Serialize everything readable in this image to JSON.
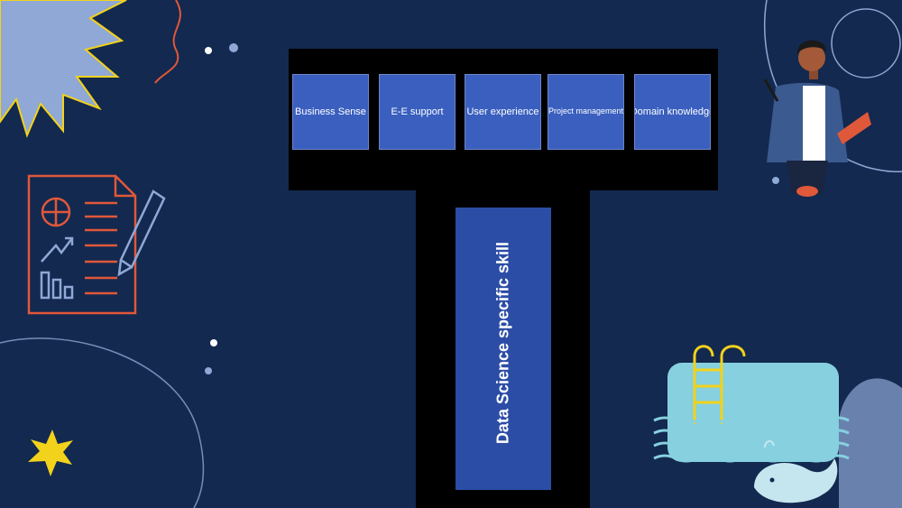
{
  "diagram": {
    "top_skills": [
      {
        "label": "Business Sense"
      },
      {
        "label": "E-E support"
      },
      {
        "label": "User experience"
      },
      {
        "label": "Project management"
      },
      {
        "label": "Domain knowledge"
      }
    ],
    "core_skill": "Data Science specific skill"
  },
  "colors": {
    "background": "#13294f",
    "t_shape": "#000000",
    "skill_box": "#3a5fbf",
    "core_box": "#2c4da6",
    "accent_orange": "#e0583a",
    "accent_light_blue": "#8fa8d6",
    "accent_yellow": "#f2d21b"
  },
  "decorations": [
    "spiky-starburst-icon",
    "report-document-icon",
    "pencil-icon",
    "yellow-star-icon",
    "teacher-illustration",
    "swimming-pool-illustration",
    "whale-icon"
  ]
}
